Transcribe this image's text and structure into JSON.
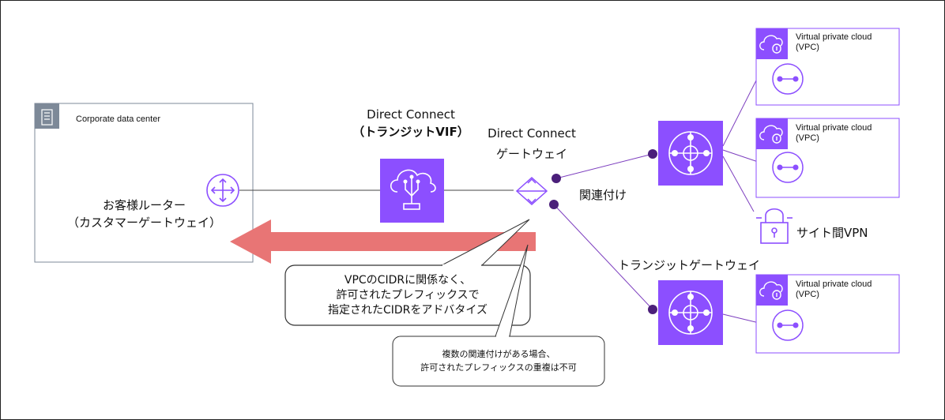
{
  "datacenter": {
    "title": "Corporate data center",
    "router_line1": "お客様ルーター",
    "router_line2": "（カスタマーゲートウェイ）"
  },
  "vif": {
    "line1": "Direct Connect",
    "line2": "（トランジットVIF）"
  },
  "dxgw": {
    "line1": "Direct Connect",
    "line2": "ゲートウェイ"
  },
  "association_label": "関連付け",
  "tgw_label": "トランジットゲートウェイ",
  "vpn_label": "サイト間VPN",
  "vpcs": [
    {
      "line1": "Virtual private cloud",
      "line2": "(VPC)"
    },
    {
      "line1": "Virtual private cloud",
      "line2": "(VPC)"
    },
    {
      "line1": "Virtual private cloud",
      "line2": "(VPC)"
    }
  ],
  "callout_main": {
    "line1": "VPCのCIDRに関係なく、",
    "line2": "許可されたプレフィックスで",
    "line3": "指定されたCIDRをアドバタイズ"
  },
  "callout_note": {
    "line1": "複数の関連付けがある場合、",
    "line2": "許可されたプレフィックスの重複は不可"
  },
  "colors": {
    "purple": "#8c4fff",
    "violet_line": "#7d3fbf",
    "dot": "#4b1f7a",
    "arrow": "#e87575",
    "datacenter_icon": "#7d8998"
  }
}
